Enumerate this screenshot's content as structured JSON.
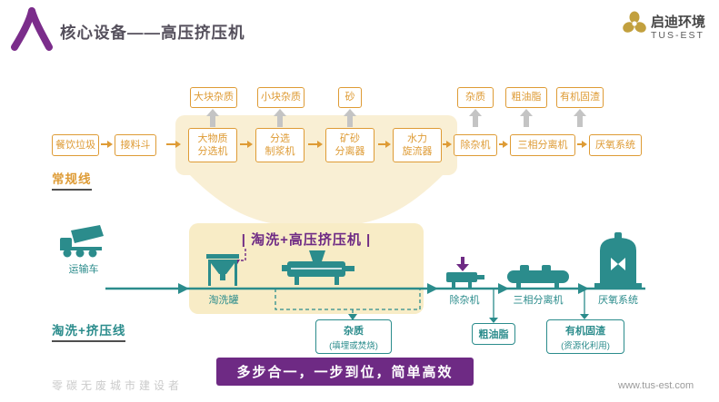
{
  "colors": {
    "orange": "#DE9B35",
    "teal": "#2B8C8C",
    "purple": "#6E2A84",
    "cream": "#F9EFD4",
    "cream_deep": "#F8ECC6",
    "gray_arrow": "#C4C4C4"
  },
  "header": {
    "title": "核心设备——高压挤压机",
    "brand_name": "启迪环境",
    "brand_sub": "TUS-EST"
  },
  "conventional": {
    "label": "常规线",
    "nodes": [
      {
        "label": "餐饮垃圾"
      },
      {
        "label": "接料斗"
      },
      {
        "label": "大物质\n分选机"
      },
      {
        "label": "分选\n制浆机"
      },
      {
        "label": "矿砂\n分离器"
      },
      {
        "label": "水力\n旋流器"
      },
      {
        "label": "除杂机"
      },
      {
        "label": "三相分离机"
      },
      {
        "label": "厌氧系统"
      }
    ],
    "outputs": [
      {
        "label": "大块杂质"
      },
      {
        "label": "小块杂质"
      },
      {
        "label": "砂"
      },
      {
        "label": "杂质"
      },
      {
        "label": "粗油脂"
      },
      {
        "label": "有机固渣"
      }
    ]
  },
  "wash_line": {
    "label": "淘洗+挤压线",
    "highlight_title": "| 淘洗+高压挤压机 |",
    "truck_label": "运输车",
    "tank_label": "淘洗罐",
    "nodes": [
      {
        "label": "除杂机"
      },
      {
        "label": "三相分离机"
      },
      {
        "label": "厌氧系统"
      }
    ],
    "outputs": [
      {
        "title": "杂质",
        "note": "(填埋或焚烧)"
      },
      {
        "title": "粗油脂"
      },
      {
        "title": "有机固渣",
        "note": "(资源化利用)"
      }
    ]
  },
  "banner": {
    "text": "多步合一，一步到位，简单高效"
  },
  "footer": {
    "left": "零碳无废城市建设者",
    "right": "www.tus-est.com"
  }
}
